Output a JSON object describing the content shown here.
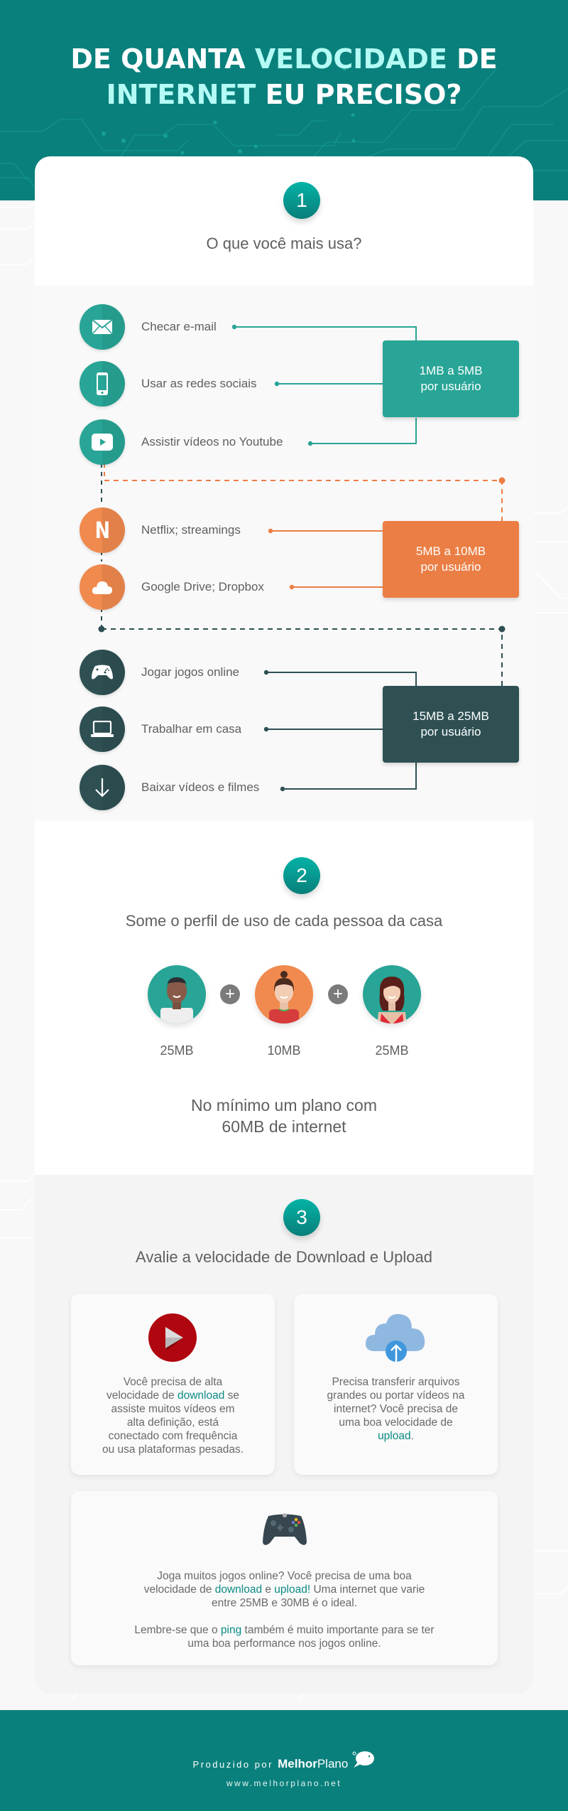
{
  "header": {
    "title_line1_a": "DE QUANTA ",
    "title_line1_b": "VELOCIDADE",
    "title_line1_c": " DE",
    "title_line2_a": "INTERNET",
    "title_line2_b": " EU PRECISO?"
  },
  "colors": {
    "brand_teal": "#0a807c",
    "highlight": "#b4fbf5",
    "tier1": "#28a596",
    "tier2": "#eb7e44",
    "tier3": "#2e5053",
    "link": "#0c8b84"
  },
  "step1": {
    "number": "1",
    "title": "O que você mais usa?",
    "tiers": [
      {
        "range_line1": "1MB a 5MB",
        "range_line2": "por usuário",
        "items": [
          {
            "label": "Checar e-mail",
            "icon": "envelope-icon"
          },
          {
            "label": "Usar as redes sociais",
            "icon": "smartphone-icon"
          },
          {
            "label": "Assistir vídeos no Youtube",
            "icon": "youtube-play-icon"
          }
        ]
      },
      {
        "range_line1": "5MB a 10MB",
        "range_line2": "por usuário",
        "items": [
          {
            "label": "Netflix; streamings",
            "icon": "netflix-n-icon",
            "glyph": "N"
          },
          {
            "label": "Google Drive; Dropbox",
            "icon": "cloud-icon"
          }
        ]
      },
      {
        "range_line1": "15MB a 25MB",
        "range_line2": "por usuário",
        "items": [
          {
            "label": "Jogar jogos online",
            "icon": "gamepad-icon"
          },
          {
            "label": "Trabalhar em casa",
            "icon": "laptop-icon"
          },
          {
            "label": "Baixar vídeos e filmes",
            "icon": "download-arrow-icon"
          }
        ]
      }
    ]
  },
  "step2": {
    "number": "2",
    "title": "Some o perfil de uso de cada pessoa da casa",
    "people": [
      {
        "value": "25MB",
        "avatar": "man-avatar"
      },
      {
        "value": "10MB",
        "avatar": "woman-bun-avatar"
      },
      {
        "value": "25MB",
        "avatar": "woman-long-hair-avatar"
      }
    ],
    "plus": "+",
    "total_line1": "No mínimo um plano com",
    "total_line2": "60MB de internet"
  },
  "step3": {
    "number": "3",
    "title": "Avalie a velocidade de Download e Upload",
    "download_card": {
      "l1": "Você precisa de alta",
      "l2a": "velocidade de ",
      "l2link": "download",
      "l2b": " se",
      "l3": "assiste muitos vídeos em",
      "l4": "alta definição, está",
      "l5": "conectado com frequência",
      "l6": "ou usa plataformas pesadas."
    },
    "upload_card": {
      "l1": "Precisa transferir arquivos",
      "l2": "grandes ou portar vídeos na",
      "l3": "internet? Você precisa de",
      "l4": "uma boa velocidade de",
      "l5link": "upload",
      "l5b": "."
    },
    "games_card": {
      "p1l1": "Joga muitos jogos online? Você precisa de uma boa",
      "p1l2a": "velocidade de ",
      "p1l2link1": "download",
      "p1l2b": " e ",
      "p1l2link2": "upload!",
      "p1l2c": " Uma internet que varie",
      "p1l3": "entre 25MB e 30MB é o ideal.",
      "p2l1a": "Lembre-se que o ",
      "p2l1link": "ping",
      "p2l1b": " também é muito importante para se ter",
      "p2l2": "uma boa performance nos jogos online."
    }
  },
  "footer": {
    "produced_by": "Produzido por ",
    "brand_bold": "Melhor",
    "brand_light": "Plano",
    "website": "www.melhorplano.net"
  }
}
